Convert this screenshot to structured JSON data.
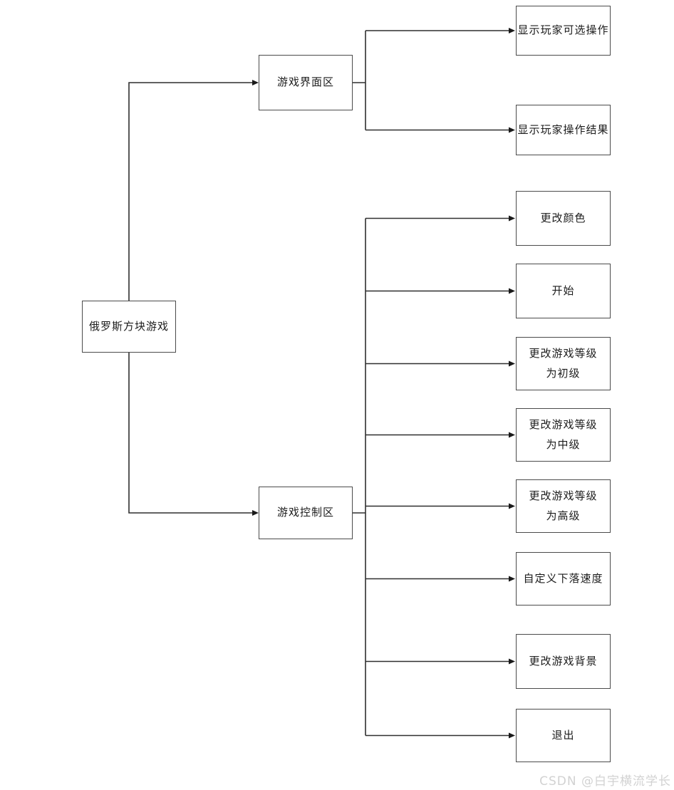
{
  "diagram": {
    "root": {
      "label": "俄罗斯方块游戏"
    },
    "branches": [
      {
        "label": "游戏界面区",
        "children": [
          {
            "label": "显示玩家可选操作"
          },
          {
            "label": "显示玩家操作结果"
          }
        ]
      },
      {
        "label": "游戏控制区",
        "children": [
          {
            "label": "更改颜色"
          },
          {
            "label": "开始"
          },
          {
            "label": "更改游戏等级\n为初级"
          },
          {
            "label": "更改游戏等级\n为中级"
          },
          {
            "label": "更改游戏等级\n为高级"
          },
          {
            "label": "自定义下落速度"
          },
          {
            "label": "更改游戏背景"
          },
          {
            "label": "退出"
          }
        ]
      }
    ]
  },
  "watermark": {
    "text": "CSDN @白宇横流学长"
  },
  "colors": {
    "line": "#2f2f2f",
    "arrow": "#1a1a1a",
    "box_border": "#4b4b4b",
    "text": "#1c1c1c",
    "watermark": "#d2d2d2",
    "background": "#ffffff"
  }
}
